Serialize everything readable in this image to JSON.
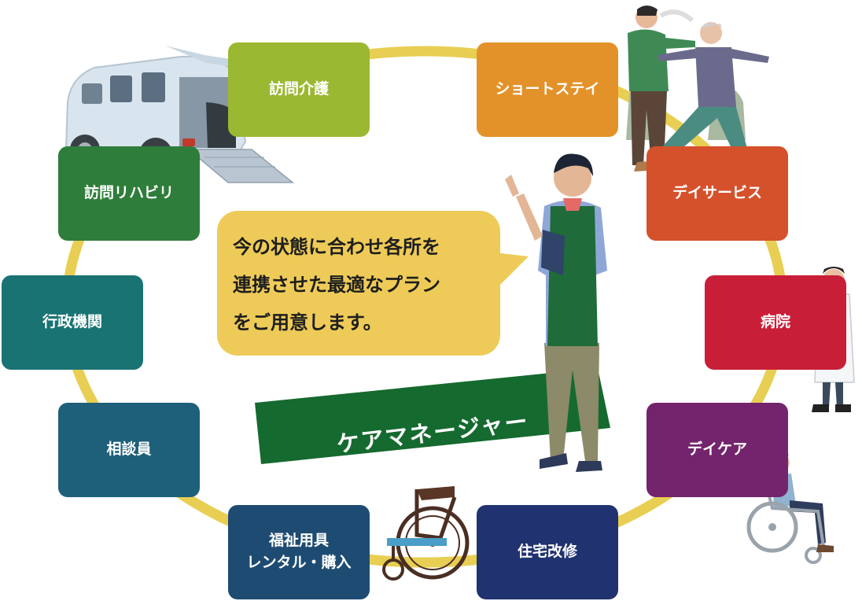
{
  "colors": {
    "ring": "#e8cf53",
    "bubble": "#eecb58",
    "banner": "#156a2f"
  },
  "services": [
    {
      "lines": [
        "訪問介護"
      ],
      "color": "#9ab832"
    },
    {
      "lines": [
        "ショートステイ"
      ],
      "color": "#e3922a"
    },
    {
      "lines": [
        "デイサービス"
      ],
      "color": "#d5512c"
    },
    {
      "lines": [
        "病院"
      ],
      "color": "#c91e38"
    },
    {
      "lines": [
        "デイケア"
      ],
      "color": "#73246c"
    },
    {
      "lines": [
        "住宅改修"
      ],
      "color": "#20326f"
    },
    {
      "lines": [
        "福祉用具",
        "レンタル・購入"
      ],
      "color": "#1e4b72"
    },
    {
      "lines": [
        "相談員"
      ],
      "color": "#1e5f7a"
    },
    {
      "lines": [
        "行政機関"
      ],
      "color": "#1a7373"
    },
    {
      "lines": [
        "訪問リハビリ"
      ],
      "color": "#2f7d3a"
    }
  ],
  "bubble": {
    "lines": [
      "今の状態に合わせ各所を",
      "連携させた最適なプラン",
      "をご用意します。"
    ]
  },
  "care_manager": {
    "label": "ケアマネージャー"
  },
  "illustrations": [
    "van-icon",
    "exercise-people-icon",
    "doctor-icon",
    "wheelchair-user-icon",
    "wheelchair-icon",
    "care-manager-icon"
  ]
}
